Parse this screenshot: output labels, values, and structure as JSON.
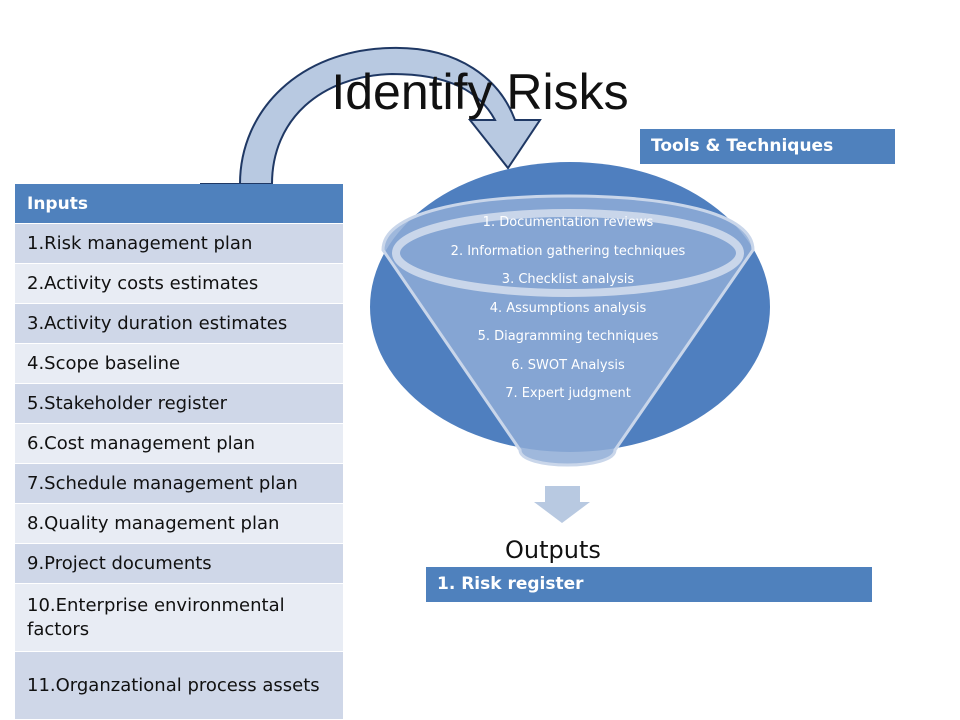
{
  "title": "Identify Risks",
  "inputs": {
    "header": "Inputs",
    "items": [
      "1.Risk management plan",
      "2.Activity costs estimates",
      "3.Activity duration estimates",
      "4.Scope baseline",
      "5.Stakeholder register",
      "6.Cost management plan",
      "7.Schedule management plan",
      "8.Quality management plan",
      "9.Project documents",
      "10.Enterprise environmental factors",
      "11.Organzational process assets"
    ]
  },
  "tools": {
    "header": "Tools & Techniques",
    "items": [
      "1. Documentation reviews",
      "2. Information gathering techniques",
      "3. Checklist analysis",
      "4. Assumptions analysis",
      "5. Diagramming techniques",
      "6. SWOT Analysis",
      "7. Expert judgment"
    ]
  },
  "outputs": {
    "label": "Outputs",
    "items": [
      "1.   Risk register"
    ]
  },
  "colors": {
    "accent": "#4f81bd",
    "oval": "#4f7fbf",
    "funnel": "#8eacd6",
    "arrow_fill": "#b8c9e1",
    "arrow_stroke": "#1f3864"
  }
}
